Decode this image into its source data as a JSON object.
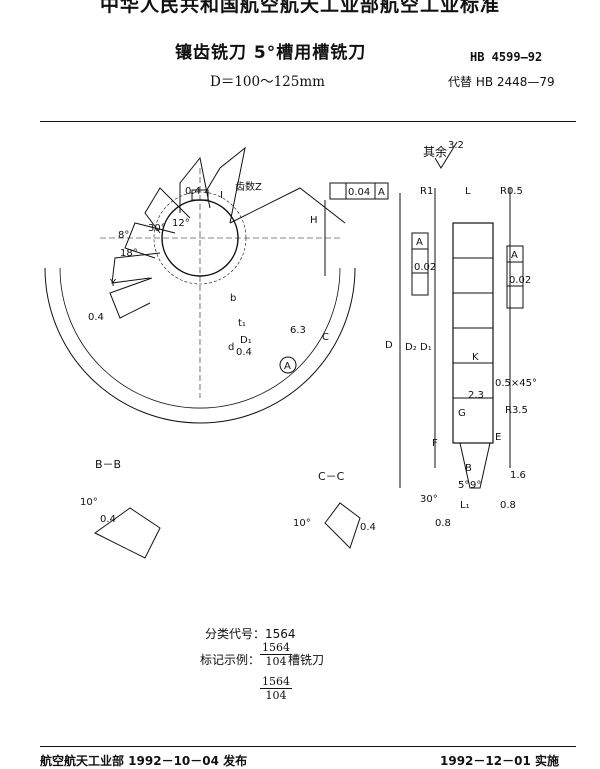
{
  "header": {
    "organization": "中华人民共和国航空航天工业部航空工业标准",
    "title": "镶齿铣刀 5°槽用槽铣刀",
    "subtitle": "D＝100～125mm",
    "standard_number": "HB 4599—92",
    "replaces": "代替 HB 2448—79"
  },
  "drawing": {
    "roughness_rest_label": "其余",
    "roughness_rest_value": "3.2",
    "teeth_label": "齿数Z",
    "labels": {
      "H": "H",
      "Y": "Y",
      "I": "I",
      "b": "b",
      "t1": "t₁",
      "D1": "D₁",
      "d": "d",
      "C": "C",
      "D": "D",
      "D2": "D₂",
      "L": "L",
      "R1": "R1",
      "R05": "R0.5",
      "R3": "R3.5",
      "G": "G",
      "E": "E",
      "F": "F",
      "K": "K",
      "B": "B",
      "L1": "L₁",
      "A": "A",
      "BB": "B－B",
      "CC": "C－C"
    },
    "angles": {
      "a8": "8°",
      "a30": "30°",
      "a18": "18°",
      "a12": "12°",
      "a10": "10°",
      "a10b": "10°",
      "a30b": "30°",
      "a5": "5°",
      "a9": "9°"
    },
    "roughness": {
      "r04a": "0.4",
      "r04b": "0.4",
      "r04c": "0.4",
      "r04d": "0.4",
      "r04e": "0.4",
      "r63": "6.3",
      "r08a": "0.8",
      "r08b": "0.8",
      "r16": "1.6"
    },
    "tolerances": {
      "t1_val": "0.04",
      "t2_val": "0.02",
      "t3_val": "0.02",
      "datum": "A"
    },
    "chamfer": "0.5×45°",
    "dim_23": "2.3"
  },
  "classification": {
    "label": "分类代号：",
    "code": "1564"
  },
  "marking": {
    "label": "标记示例：",
    "numerator": "1564",
    "denominator": "104",
    "name": "槽铣刀",
    "numerator2": "1564",
    "denominator2": "104"
  },
  "footer": {
    "issued": "航空航天工业部 1992－10－04 发布",
    "effective": "1992－12－01 实施"
  }
}
